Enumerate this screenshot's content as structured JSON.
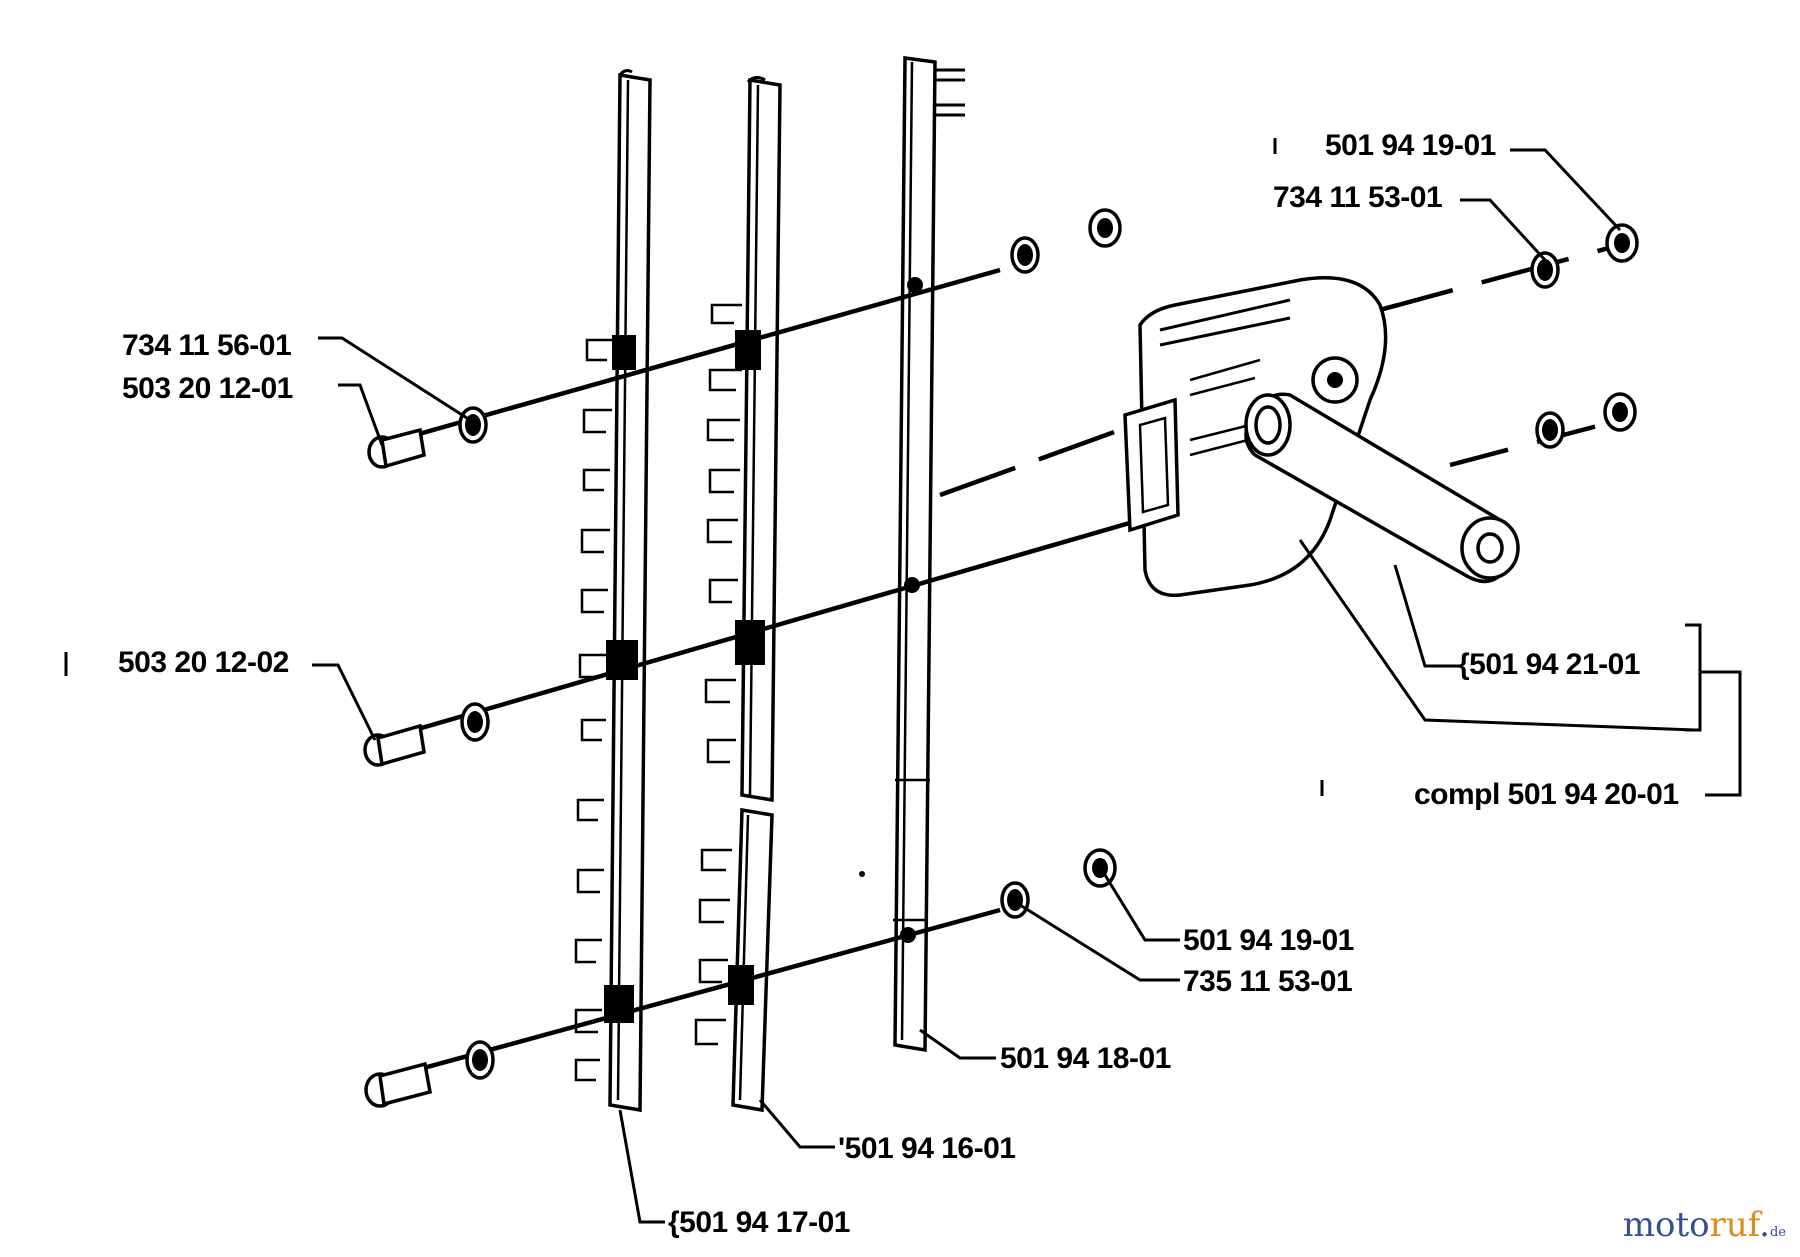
{
  "parts": {
    "p1": "501 94 19-01",
    "p2": "734 11 53-01",
    "p3": "734 11 56-01",
    "p4": "503 20 12-01",
    "p5": "503 20 12-02",
    "p6": "{501 94 21-01",
    "p7": "compl 501 94 20-01",
    "p8": "501 94 19-01",
    "p9": "735 11 53-01",
    "p10": "501 94 18-01",
    "p11": "'501 94 16-01",
    "p12": "{501 94 17-01"
  },
  "watermark": {
    "part_a": "moto",
    "part_b": "ruf",
    "part_c": ".",
    "part_d": "de"
  }
}
